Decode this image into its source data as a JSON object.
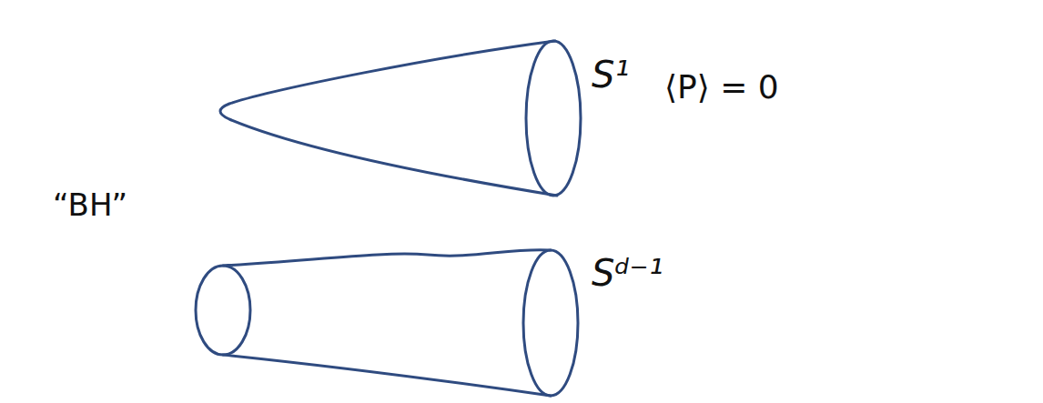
{
  "diagram": {
    "labels": [
      "“BH”",
      "S¹",
      "Sᵈ⁻¹",
      "⟨P⟩ = 0"
    ]
  }
}
